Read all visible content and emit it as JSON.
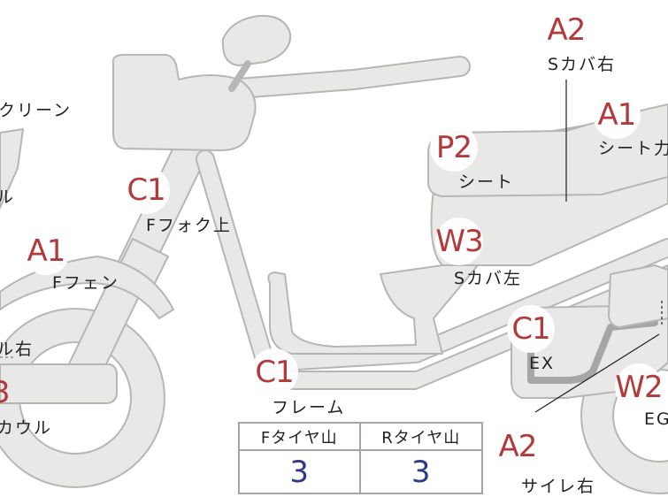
{
  "markers": {
    "a2_top": {
      "code": "A2",
      "label": "Sカバ右"
    },
    "a1_right": {
      "code": "A1",
      "label": "シート力"
    },
    "p2": {
      "code": "P2",
      "label": "シート"
    },
    "w3": {
      "code": "W3",
      "label": "Sカバ左"
    },
    "c1_fork": {
      "code": "C1",
      "label": "Fフォク上"
    },
    "a1_left": {
      "code": "A1",
      "label": "Fフェン"
    },
    "c1_frame": {
      "code": "C1",
      "label": "フレーム"
    },
    "c1_ex": {
      "code": "C1",
      "label": "EX"
    },
    "w2": {
      "code": "W2",
      "label": "EG"
    },
    "a2_bottom": {
      "code": "A2",
      "label": "サイレ右"
    }
  },
  "partial_labels": {
    "screen": "クリーン",
    "ru": "ル",
    "right": "ル右",
    "cowl": "カウル",
    "cowl_code": "3"
  },
  "tire_table": {
    "front_header": "Fタイヤ山",
    "rear_header": "Rタイヤ山",
    "front_value": "3",
    "rear_value": "3"
  },
  "colors": {
    "part_fill": "#e8e8e6",
    "part_outline": "#b6b6b4",
    "code_red": "#b23a3a",
    "value_blue": "#2d3a8c"
  }
}
